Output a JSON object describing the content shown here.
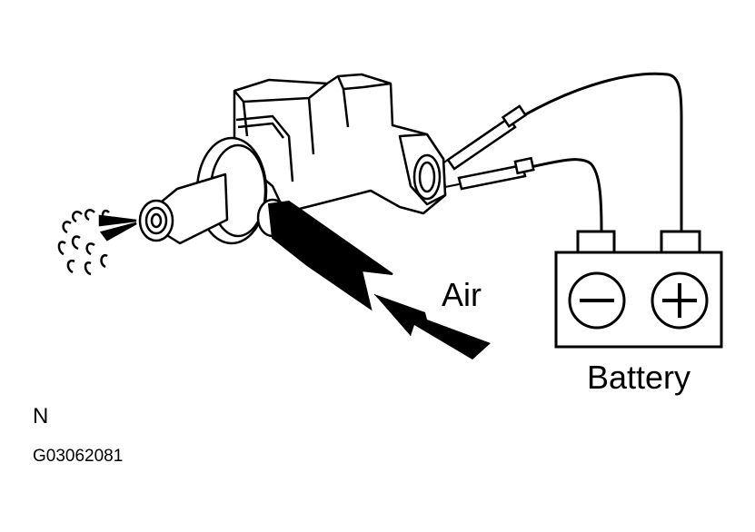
{
  "labels": {
    "air": "Air",
    "battery": "Battery",
    "view_letter": "N",
    "figure_code": "G03062081"
  },
  "battery": {
    "negative_symbol": "−",
    "positive_symbol": "+"
  },
  "colors": {
    "line": "#000000",
    "fill": "#ffffff",
    "hose": "#000000"
  }
}
